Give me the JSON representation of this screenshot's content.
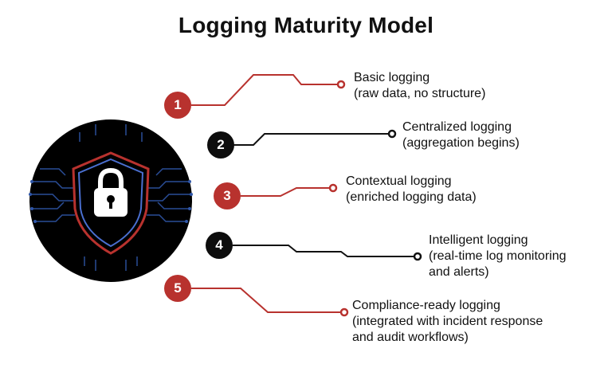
{
  "title": "Logging Maturity Model",
  "colors": {
    "accent": "#b8322e",
    "dark": "#0d0d0d",
    "circuit": "#2f56a8"
  },
  "icon": "padlock-in-shield-icon",
  "steps": [
    {
      "number": "1",
      "lines": [
        "Basic logging",
        "(raw data, no structure)"
      ],
      "color": "red"
    },
    {
      "number": "2",
      "lines": [
        "Centralized logging",
        "(aggregation begins)"
      ],
      "color": "black"
    },
    {
      "number": "3",
      "lines": [
        "Contextual logging",
        "(enriched logging data)"
      ],
      "color": "red"
    },
    {
      "number": "4",
      "lines": [
        "Intelligent logging",
        "(real-time log monitoring",
        "and alerts)"
      ],
      "color": "black"
    },
    {
      "number": "5",
      "lines": [
        "Compliance-ready logging",
        "(integrated with incident response",
        "and audit workflows)"
      ],
      "color": "red"
    }
  ]
}
